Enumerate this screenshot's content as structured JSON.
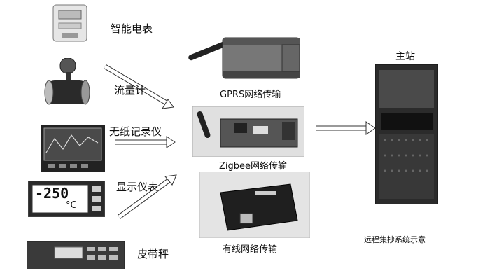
{
  "devices": [
    {
      "label": "智能电表",
      "icon": "smart-meter-icon"
    },
    {
      "label": "流量计",
      "icon": "flow-meter-icon"
    },
    {
      "label": "无纸记录仪",
      "icon": "paperless-recorder-icon"
    },
    {
      "label": "显示仪表",
      "icon": "display-meter-icon"
    },
    {
      "label": "皮带秤",
      "icon": "belt-scale-icon"
    }
  ],
  "display_readout": "-250",
  "display_unit": "°C",
  "network": [
    {
      "label": "GPRS网络传输",
      "icon": "gprs-modem-icon"
    },
    {
      "label": "Zigbee网络传输",
      "icon": "zigbee-board-icon"
    },
    {
      "label": "有线网络传输",
      "icon": "wired-module-icon"
    }
  ],
  "server": {
    "label": "主站",
    "icon": "server-tower-icon"
  },
  "caption": "远程集抄系统示意"
}
